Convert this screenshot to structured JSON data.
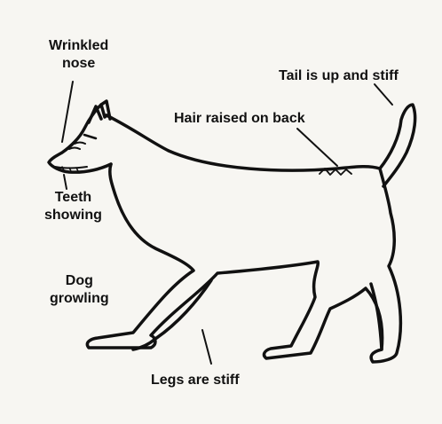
{
  "labels": {
    "wrinkled_nose": [
      "Wrinkled",
      "nose"
    ],
    "tail": "Tail is up and stiff",
    "hair": "Hair raised on back",
    "teeth": [
      "Teeth",
      "showing"
    ],
    "dog_growling": [
      "Dog",
      "growling"
    ],
    "legs": "Legs are stiff"
  },
  "colors": {
    "ink": "#111111",
    "paper": "#f7f6f2"
  }
}
